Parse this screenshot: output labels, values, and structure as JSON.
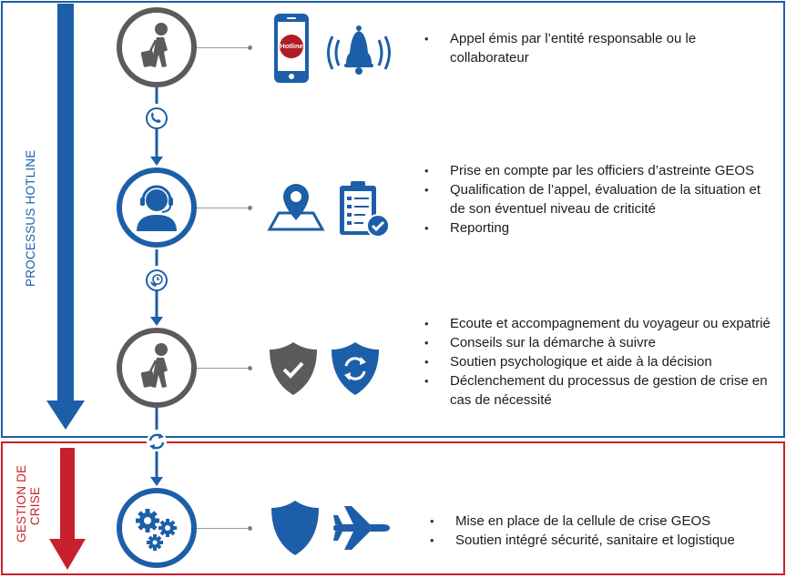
{
  "labels": {
    "process_hotline": "PROCESSUS HOTLINE",
    "crisis_line1": "GESTION DE",
    "crisis_line2": "CRISE"
  },
  "phone_screen_text": "Hotline",
  "steps": [
    {
      "step_icon": "traveler-icon",
      "side_icons": [
        "smartphone-hotline-icon",
        "bell-icon"
      ],
      "bullets": [
        "Appel émis par l’entité responsable ou le collaborateur"
      ]
    },
    {
      "step_icon": "operator-headset-icon",
      "side_icons": [
        "map-pin-icon",
        "clipboard-checklist-icon"
      ],
      "bullets": [
        "Prise en compte par les officiers d’astreinte GEOS",
        "Qualification de l’appel, évaluation de la situation et de son éventuel niveau de criticité",
        "Reporting"
      ]
    },
    {
      "step_icon": "traveler-icon",
      "side_icons": [
        "shield-check-icon",
        "shield-refresh-icon"
      ],
      "bullets": [
        "Ecoute et accompagnement du voyageur ou expatrié",
        "Conseils sur la démarche à suivre",
        "Soutien psychologique et aide à la décision",
        "Déclenchement du processus de gestion de crise en cas de nécessité"
      ]
    },
    {
      "step_icon": "gears-icon",
      "side_icons": [
        "shield-icon",
        "airplane-icon"
      ],
      "bullets": [
        "Mise en place de la cellule de crise GEOS",
        "Soutien intégré sécurité, sanitaire et logistique"
      ]
    }
  ],
  "colors": {
    "blue": "#1d5ea8",
    "red": "#c8202d",
    "gray": "#5b5b5b"
  }
}
